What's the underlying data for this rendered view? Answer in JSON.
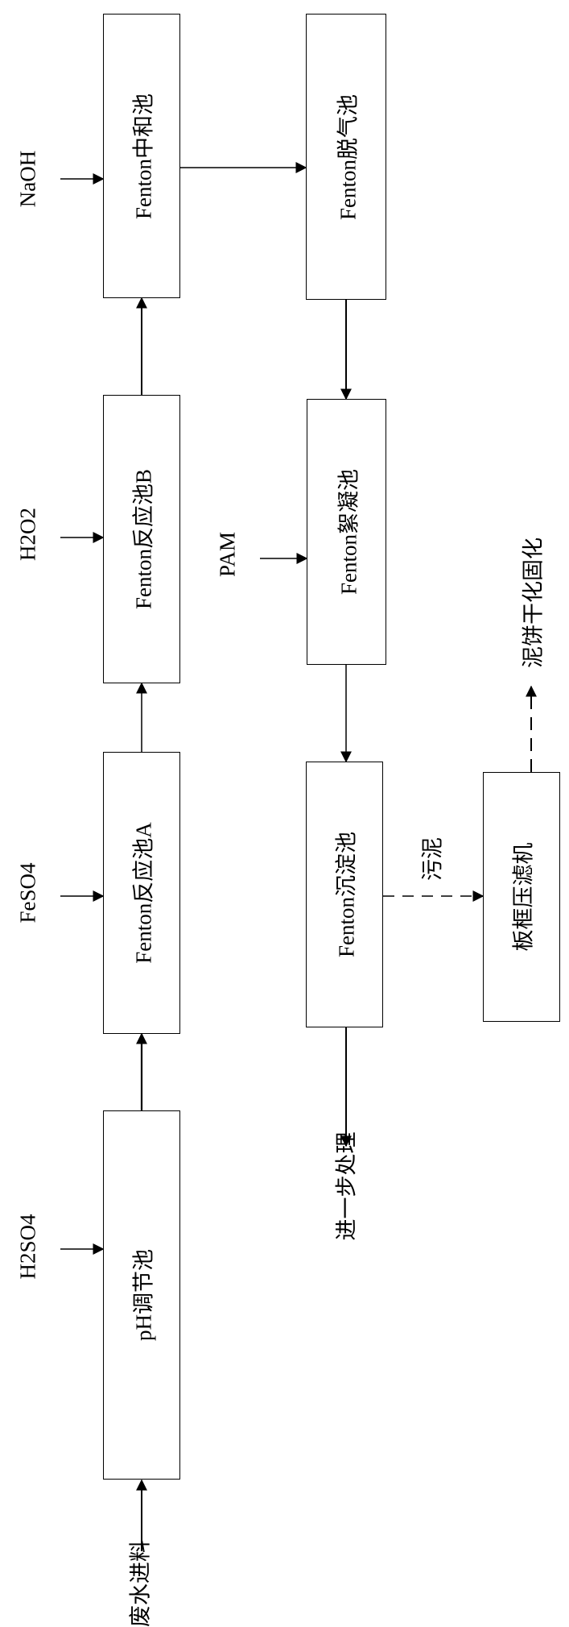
{
  "nodes": {
    "ph_tank": "pH调节池",
    "reactor_a": "Fenton反应池A",
    "reactor_b": "Fenton反应池B",
    "neutralization": "Fenton中和池",
    "degassing": "Fenton脱气池",
    "flocculation": "Fenton絮凝池",
    "sedimentation": "Fenton沉淀池",
    "filter_press": "板框压滤机"
  },
  "inputs": {
    "wastewater": "废水进料",
    "h2so4": "H2SO4",
    "feso4": "FeSO4",
    "h2o2": "H2O2",
    "naoh": "NaOH",
    "pam": "PAM"
  },
  "outputs": {
    "further_treatment": "进一步处理",
    "sludge": "污泥",
    "cake_solidification": "泥饼干化固化"
  }
}
